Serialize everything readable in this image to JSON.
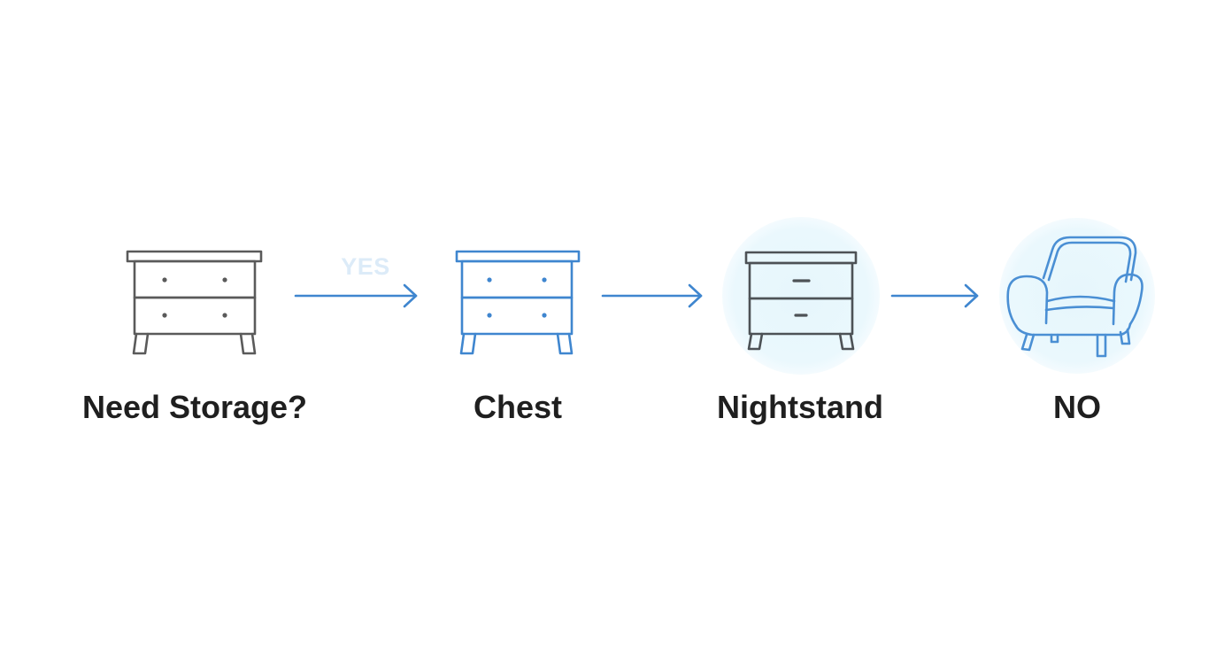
{
  "nodes": [
    {
      "label": "Need Storage?",
      "icon": "dresser-icon",
      "color": "#5a5a5a"
    },
    {
      "label": "Chest",
      "icon": "chest-icon",
      "color": "#3f86cf"
    },
    {
      "label": "Nightstand",
      "icon": "nightstand-icon",
      "color": "#4d5256"
    },
    {
      "label": "NO",
      "icon": "armchair-icon",
      "color": "#4a8fd4"
    }
  ],
  "edge_label": "YES",
  "colors": {
    "arrow": "#3f86cf",
    "halo": "#e9f7fc",
    "text": "#1f1f1f",
    "background": "#ffffff"
  }
}
